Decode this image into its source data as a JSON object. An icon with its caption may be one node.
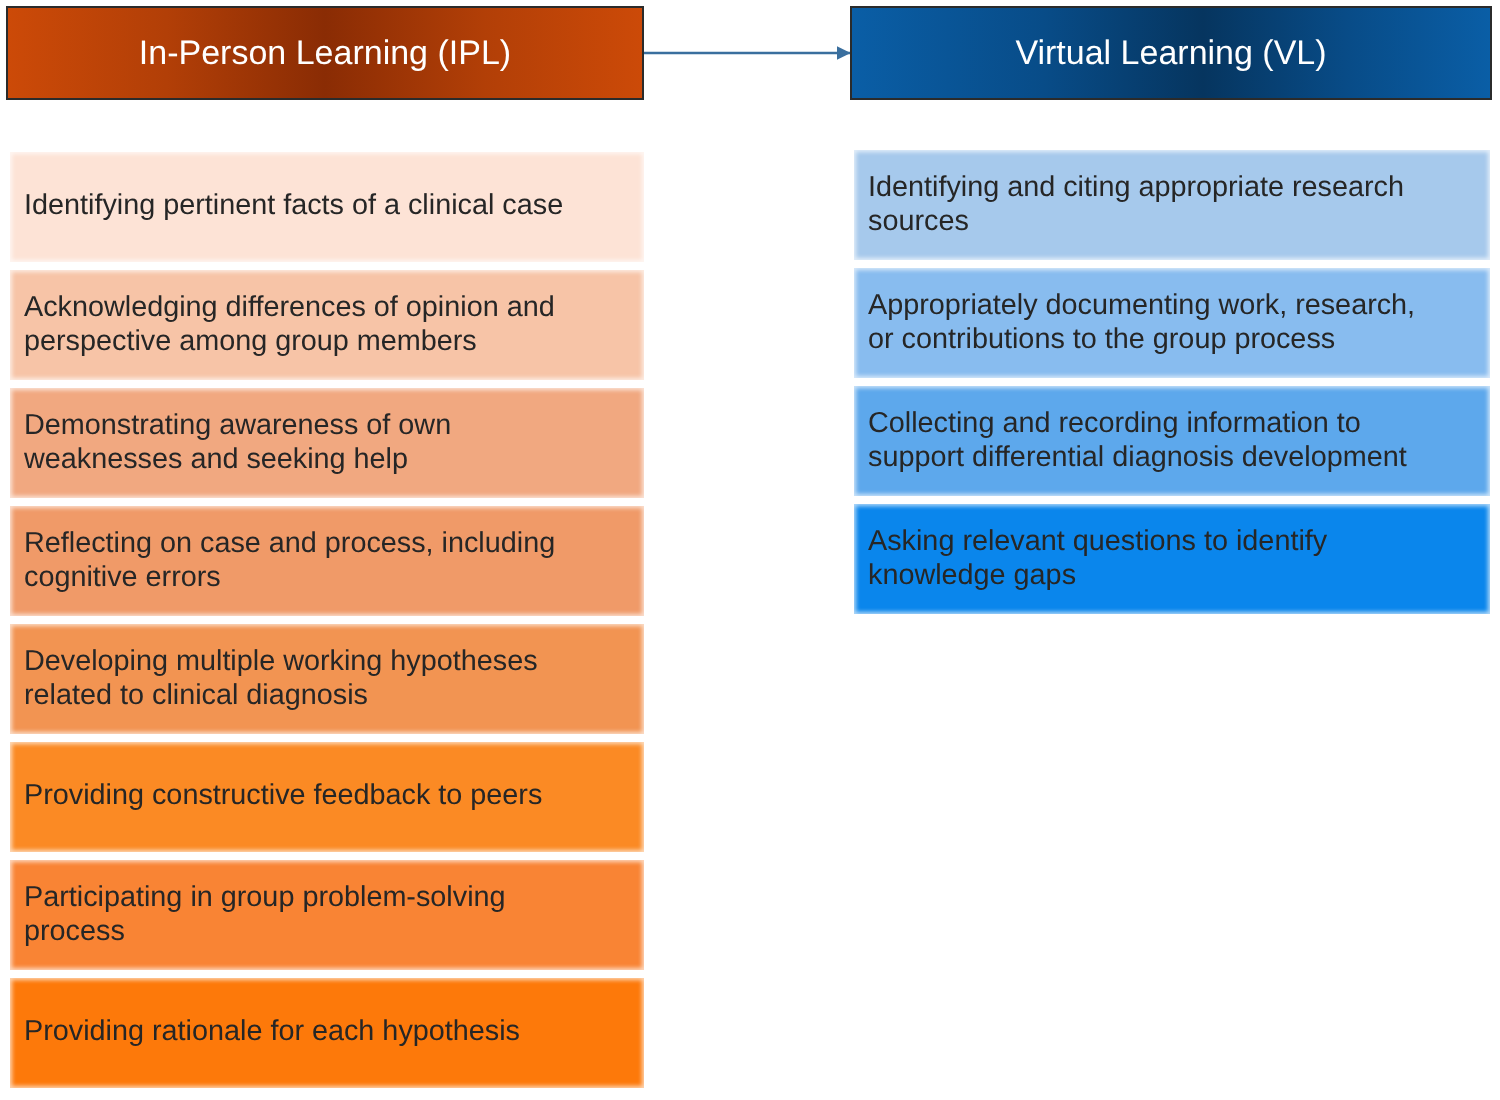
{
  "diagram": {
    "nodes": [
      {
        "text": [
          "In-Person Learning (IPL)"
        ]
      },
      {
        "text": [
          "Identifying pertinent facts of a clinical case"
        ]
      },
      {
        "text": [
          "Acknowledging differences of opinion and perspective among group members"
        ]
      },
      {
        "text": [
          "Demonstrating awareness of own weaknesses and seeking help"
        ]
      },
      {
        "text": [
          "Reflecting on case and process, including cognitive errors"
        ]
      },
      {
        "text": [
          "Developing multiple working hypotheses related to clinical diagnosis"
        ]
      },
      {
        "text": [
          "Providing constructive feedback to peers"
        ]
      },
      {
        "text": [
          "Participating in group problem-solving process"
        ]
      },
      {
        "text": [
          "Providing rationale for each hypothesis"
        ]
      },
      {
        "text": [
          "Virtual Learning (VL)"
        ]
      },
      {
        "text": [
          "Identifying and citing appropriate research sources"
        ]
      },
      {
        "text": [
          "Appropriately documenting work, research, or contributions to the group process"
        ]
      },
      {
        "text": [
          "Collecting and recording information to support differential diagnosis development"
        ]
      },
      {
        "text": [
          "Asking relevant questions to identify knowledge gaps"
        ]
      }
    ],
    "edges": [
      {
        "from": 0,
        "to": 9,
        "arrow": "to"
      }
    ]
  }
}
